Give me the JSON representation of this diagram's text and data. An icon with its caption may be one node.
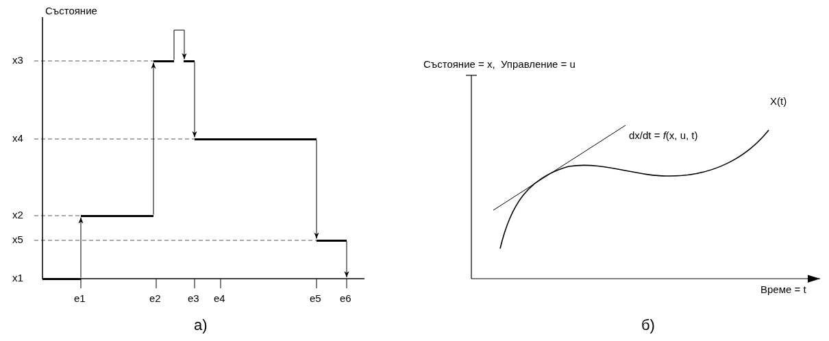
{
  "diagram": {
    "nodes": [
      {
        "text": [],
        "shape": "bar"
      },
      {
        "text": [],
        "shape": "bar"
      },
      {
        "text": [],
        "shape": "bar"
      },
      {
        "text": [],
        "shape": "bar"
      },
      {
        "text": [],
        "shape": "bar"
      },
      {
        "text": [],
        "shape": "bar"
      }
    ],
    "edges": [
      {
        "from": 0,
        "to": 1,
        "arrow": "to"
      },
      {
        "from": 1,
        "to": 2,
        "arrow": "to"
      },
      {
        "from": 2,
        "to": 3,
        "arrow": "to"
      },
      {
        "from": 3,
        "to": 4,
        "arrow": "to"
      },
      {
        "from": 4,
        "to": 5,
        "arrow": "to"
      },
      {
        "from": 5,
        "to": null,
        "arrow": "to"
      }
    ],
    "labels": [
      "Състояние",
      "x3",
      "x4",
      "x2",
      "x5",
      "x1",
      "e1",
      "e2",
      "e3",
      "e4",
      "e5",
      "e6",
      "а)",
      "Състояние = x,  Управление = u",
      "X(t)",
      "dx/dt = *f*(x, u, t)",
      "Време = t",
      "б)"
    ]
  }
}
